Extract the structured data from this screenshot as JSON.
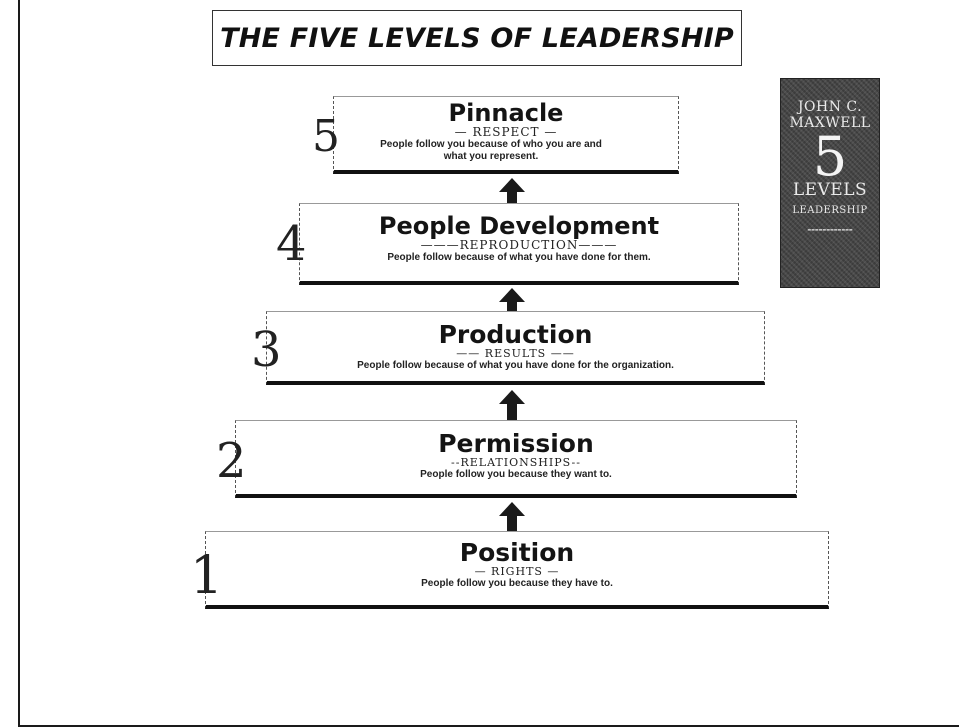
{
  "title": "THE FIVE LEVELS OF LEADERSHIP",
  "levels": [
    {
      "number": "5",
      "name": "Pinnacle",
      "keyword": "— RESPECT —",
      "description": "People follow you because of who you are and what you represent."
    },
    {
      "number": "4",
      "name": "People Development",
      "keyword": "———REPRODUCTION———",
      "description": "People follow because of what you have done for them."
    },
    {
      "number": "3",
      "name": "Production",
      "keyword": "—— RESULTS ——",
      "description": "People follow because of what you have done for the organization."
    },
    {
      "number": "2",
      "name": "Permission",
      "keyword": "--RELATIONSHIPS--",
      "description": "People follow you because they want to."
    },
    {
      "number": "1",
      "name": "Position",
      "keyword": "— RIGHTS —",
      "description": "People follow you because they have to."
    }
  ],
  "book": {
    "author": "JOHN C.\nMAXWELL",
    "number": "5",
    "title": "LEVELS",
    "subtitle": "LEADERSHIP"
  }
}
